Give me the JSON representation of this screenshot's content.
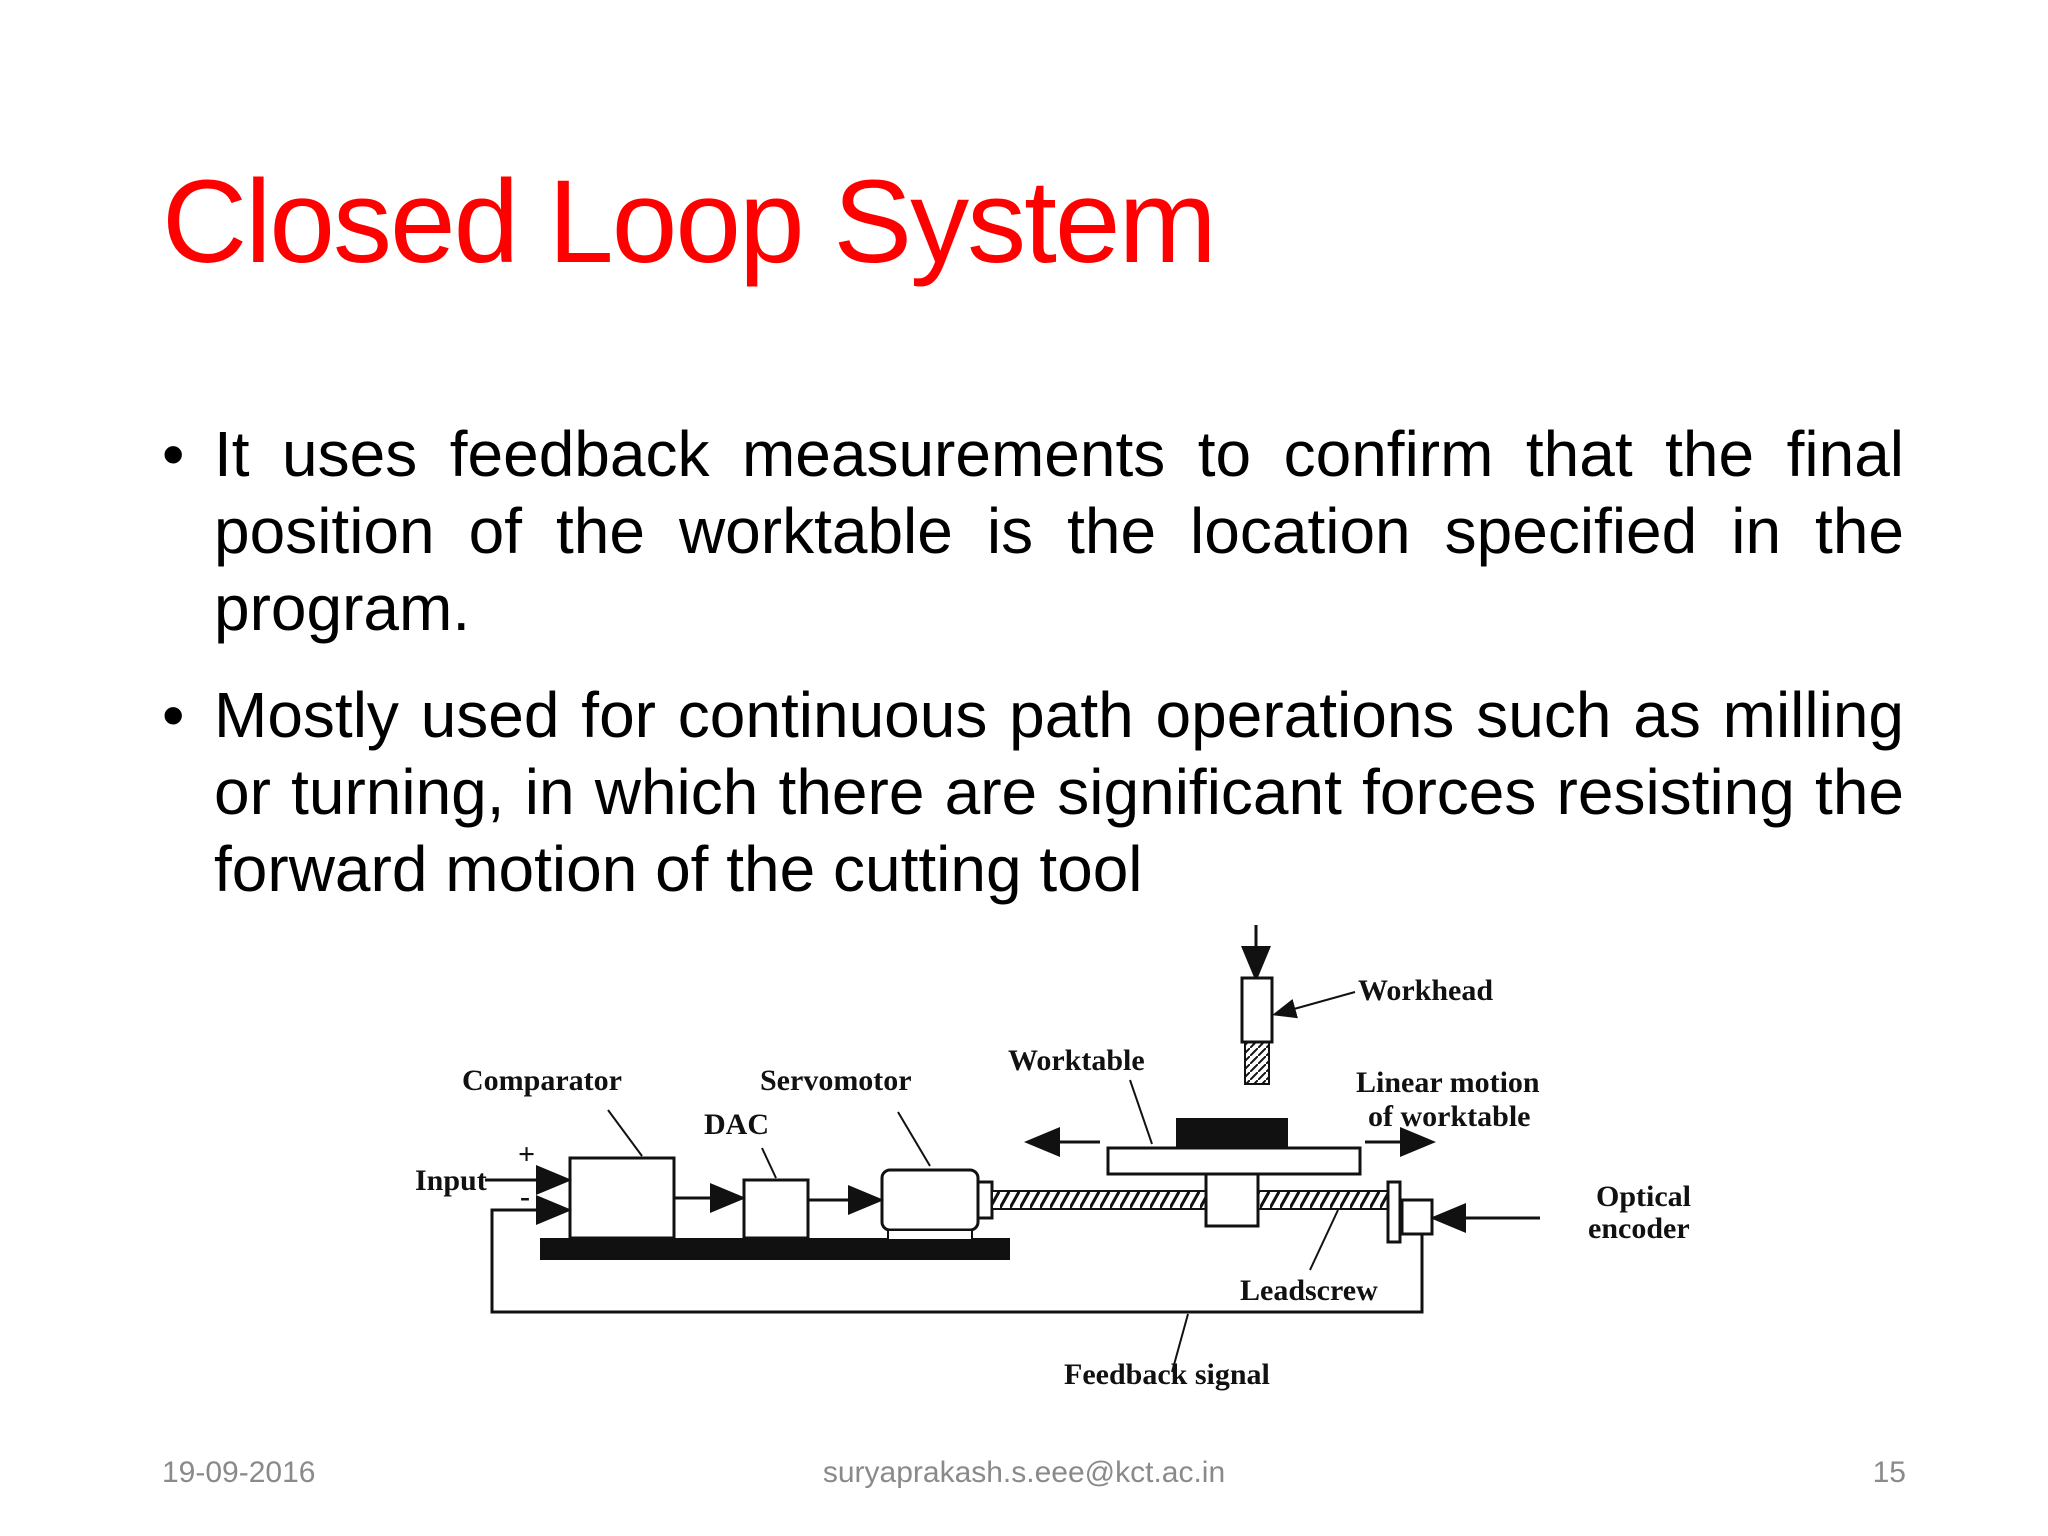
{
  "slide": {
    "title": "Closed Loop System",
    "bullets": [
      "It uses feedback measurements to confirm that the final position of the worktable is the location specified in the program.",
      "Mostly used for continuous path operations such as milling or turning, in which there are significant forces resisting the forward motion of the cutting tool"
    ]
  },
  "diagram": {
    "labels": {
      "comparator": "Comparator",
      "servomotor": "Servomotor",
      "dac": "DAC",
      "input": "Input",
      "plus": "+",
      "minus": "-",
      "worktable": "Worktable",
      "workhead": "Workhead",
      "linear_motion_1": "Linear motion",
      "linear_motion_2": "of worktable",
      "optical_1": "Optical",
      "optical_2": "encoder",
      "leadscrew": "Leadscrew",
      "feedback": "Feedback signal"
    }
  },
  "footer": {
    "date": "19-09-2016",
    "email": "suryaprakash.s.eee@kct.ac.in",
    "page": "15"
  }
}
